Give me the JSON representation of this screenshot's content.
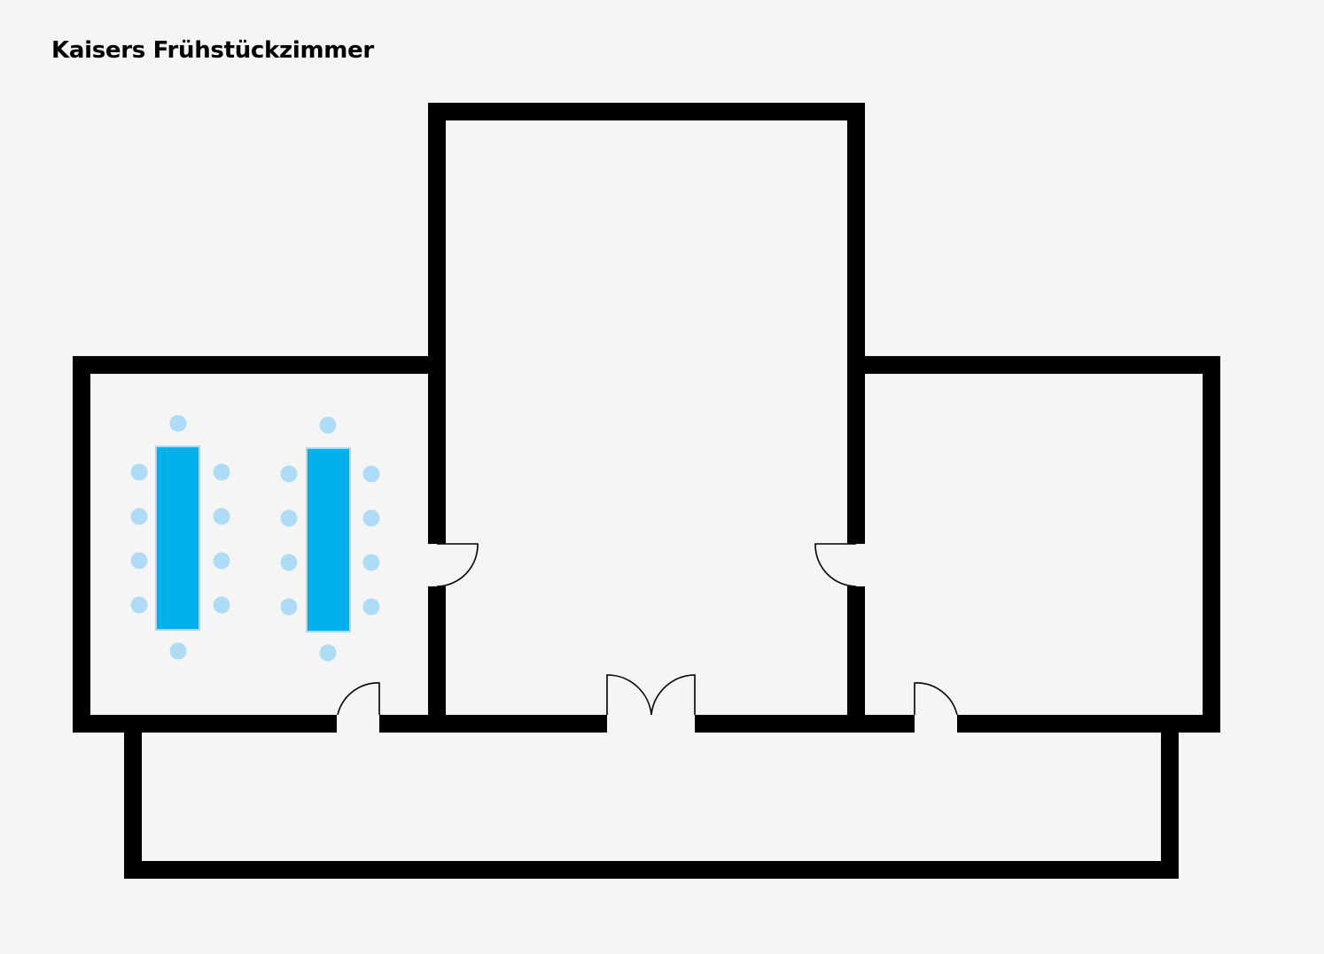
{
  "title": "Kaisers Frühstückzimmer",
  "colors": {
    "background": "#f5f5f5",
    "wall": "#000000",
    "table_fill": "#00b0ec",
    "table_border": "#a6d9f6",
    "chair": "#aedcf7"
  },
  "rooms": [
    {
      "id": "kaisers-fruehstueckzimmer",
      "tables": 2,
      "chairs_per_table": 10
    },
    {
      "id": "center-hall"
    },
    {
      "id": "right-room"
    },
    {
      "id": "corridor"
    }
  ]
}
